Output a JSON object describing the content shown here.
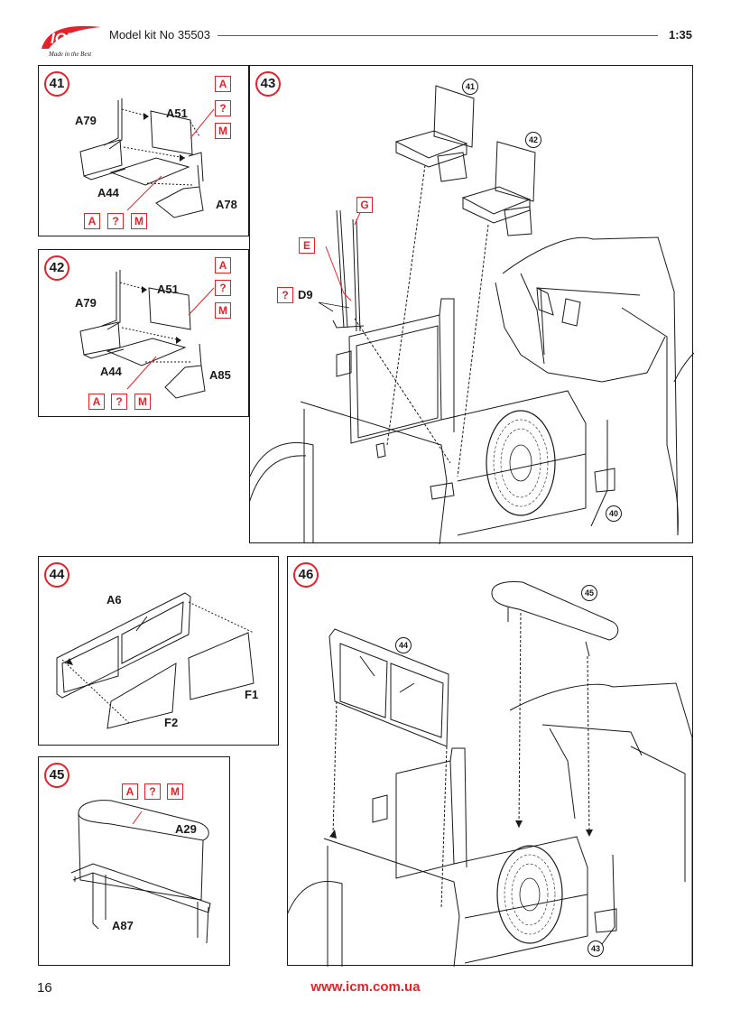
{
  "header": {
    "logo_text": "ICM",
    "logo_tagline": "Made in the Best",
    "title": "Model kit No 35503",
    "scale": "1:35"
  },
  "colors": {
    "accent": "#e42229",
    "ink": "#1a1a1a"
  },
  "paint_codes": {
    "a": "A",
    "q": "?",
    "m": "M",
    "e": "E",
    "g": "G"
  },
  "steps": {
    "s41": {
      "num": "41",
      "parts": {
        "a79": "A79",
        "a51": "A51",
        "a44": "A44",
        "a78": "A78"
      }
    },
    "s42": {
      "num": "42",
      "parts": {
        "a79": "A79",
        "a51": "A51",
        "a44": "A44",
        "a85": "A85"
      }
    },
    "s43": {
      "num": "43",
      "parts": {
        "d9": "D9"
      },
      "refs": {
        "r41": "41",
        "r42": "42",
        "r40": "40"
      }
    },
    "s44": {
      "num": "44",
      "parts": {
        "a6": "A6",
        "f1": "F1",
        "f2": "F2"
      }
    },
    "s45": {
      "num": "45",
      "parts": {
        "a29": "A29",
        "a87": "A87"
      }
    },
    "s46": {
      "num": "46",
      "refs": {
        "r44": "44",
        "r45": "45",
        "r43": "43"
      }
    }
  },
  "footer": {
    "page": "16",
    "website": "www.icm.com.ua"
  }
}
